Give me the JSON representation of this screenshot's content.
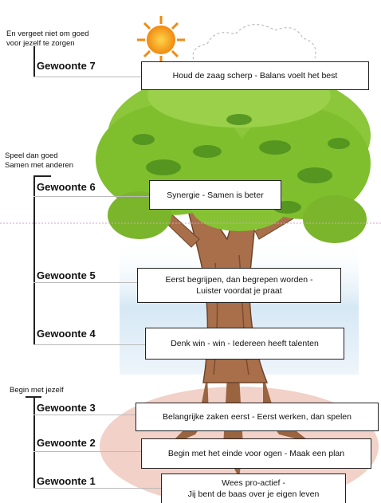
{
  "groups": {
    "self_care": "En vergeet niet om goed\nvoor jezelf te zorgen",
    "together": "Speel dan goed\nSamen met anderen",
    "self": "Begin met jezelf"
  },
  "habits": [
    {
      "label": "Gewoonte 7",
      "box": "Houd de zaag scherp - Balans voelt het best"
    },
    {
      "label": "Gewoonte 6",
      "box": "Synergie - Samen is beter"
    },
    {
      "label": "Gewoonte 5",
      "box": "Eerst begrijpen, dan begrepen worden -\nLuister voordat je praat"
    },
    {
      "label": "Gewoonte 4",
      "box": "Denk win - win - Iedereen heeft talenten"
    },
    {
      "label": "Gewoonte 3",
      "box": "Belangrijke zaken eerst - Eerst werken, dan spelen"
    },
    {
      "label": "Gewoonte 2",
      "box": "Begin met het einde voor ogen - Maak een plan"
    },
    {
      "label": "Gewoonte 1",
      "box": "Wees pro-actief -\nJij bent de baas over je eigen leven"
    }
  ],
  "colors": {
    "sun": "#f5a21b",
    "leaves": "#7fbf2e",
    "leaves_dark": "#4e8f1e",
    "trunk": "#a86f4a",
    "ground": "#e8b4a8",
    "sky": "#cfe3f2"
  }
}
